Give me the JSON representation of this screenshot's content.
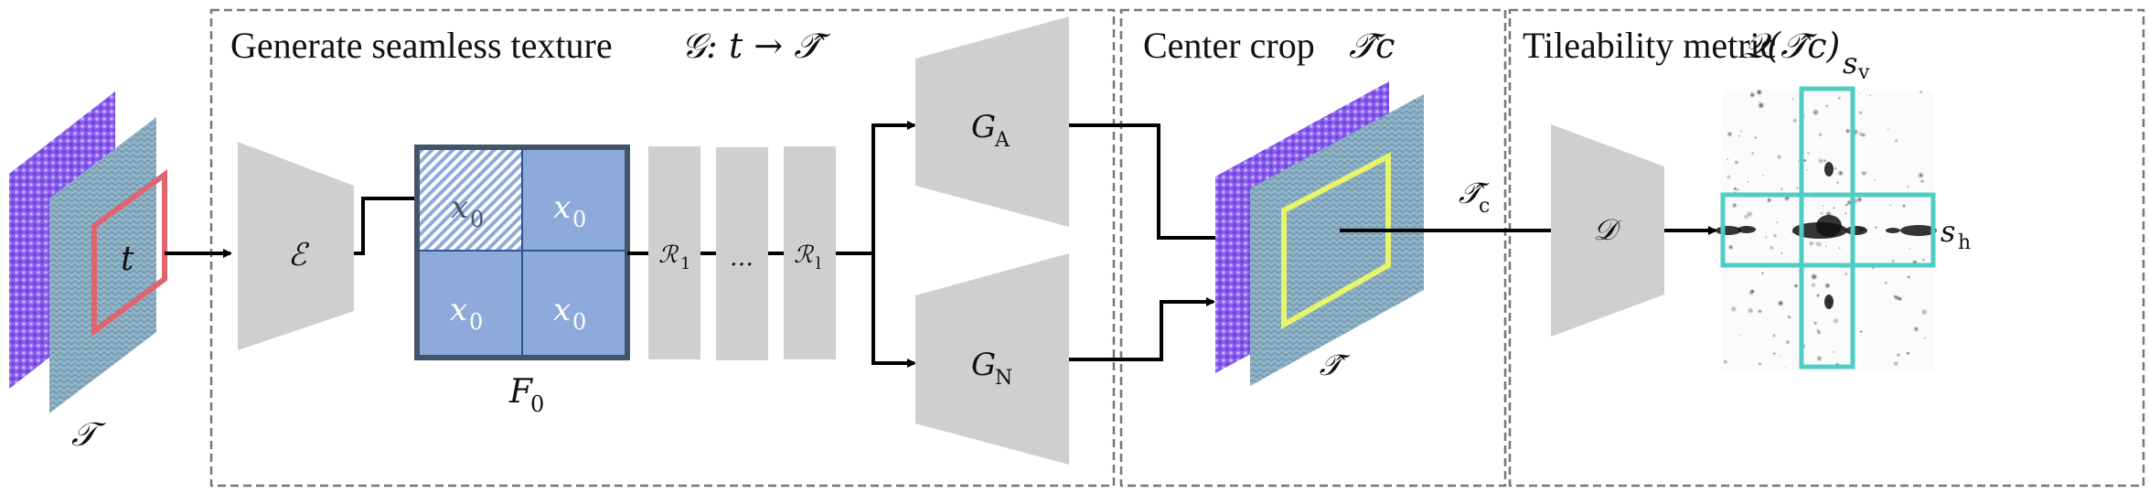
{
  "stages": [
    {
      "id": "generate",
      "title": "Generate seamless texture",
      "formula": "𝒢: t → 𝒯̂"
    },
    {
      "id": "crop",
      "title": "Center crop",
      "formula": "𝒯̂c"
    },
    {
      "id": "metric",
      "title": "Tileability metric",
      "formula": "𝒬(𝒯̂c)"
    }
  ],
  "input": {
    "texture_label": "𝒯",
    "crop_label": "t",
    "crop_color": "#e06470"
  },
  "encoder": {
    "label": "ℰ"
  },
  "feature_map": {
    "label": "F",
    "label_sub": "0",
    "cells": [
      {
        "label": "x",
        "sub": "0",
        "hatched": true
      },
      {
        "label": "x",
        "sub": "0",
        "hatched": false
      },
      {
        "label": "x",
        "sub": "0",
        "hatched": false
      },
      {
        "label": "x",
        "sub": "0",
        "hatched": false
      }
    ],
    "fill_color": "#8eaadb",
    "border_color": "#44546a"
  },
  "residual_blocks": [
    {
      "label": "ℛ",
      "sub": "1"
    },
    {
      "label": "…",
      "sub": ""
    },
    {
      "label": "ℛ",
      "sub": "l"
    }
  ],
  "generators": [
    {
      "label": "G",
      "sub": "A"
    },
    {
      "label": "G",
      "sub": "N"
    }
  ],
  "output": {
    "texture_label": "𝒯̂",
    "crop_label": "𝒯̂",
    "crop_sub": "c",
    "crop_color": "#e6f56a"
  },
  "discriminator": {
    "label": "𝒟"
  },
  "heatmap": {
    "vertical_strip": "s",
    "vertical_sub": "v",
    "horizontal_strip": "s",
    "horizontal_sub": "h",
    "strip_color": "#4ecdc4"
  },
  "colors": {
    "block_gray": "#d0cfd0",
    "dash_border": "#777777",
    "arrow": "#000000",
    "albedo_plane": "#8a5cf0",
    "normal_plane": "#8fb4c8"
  }
}
